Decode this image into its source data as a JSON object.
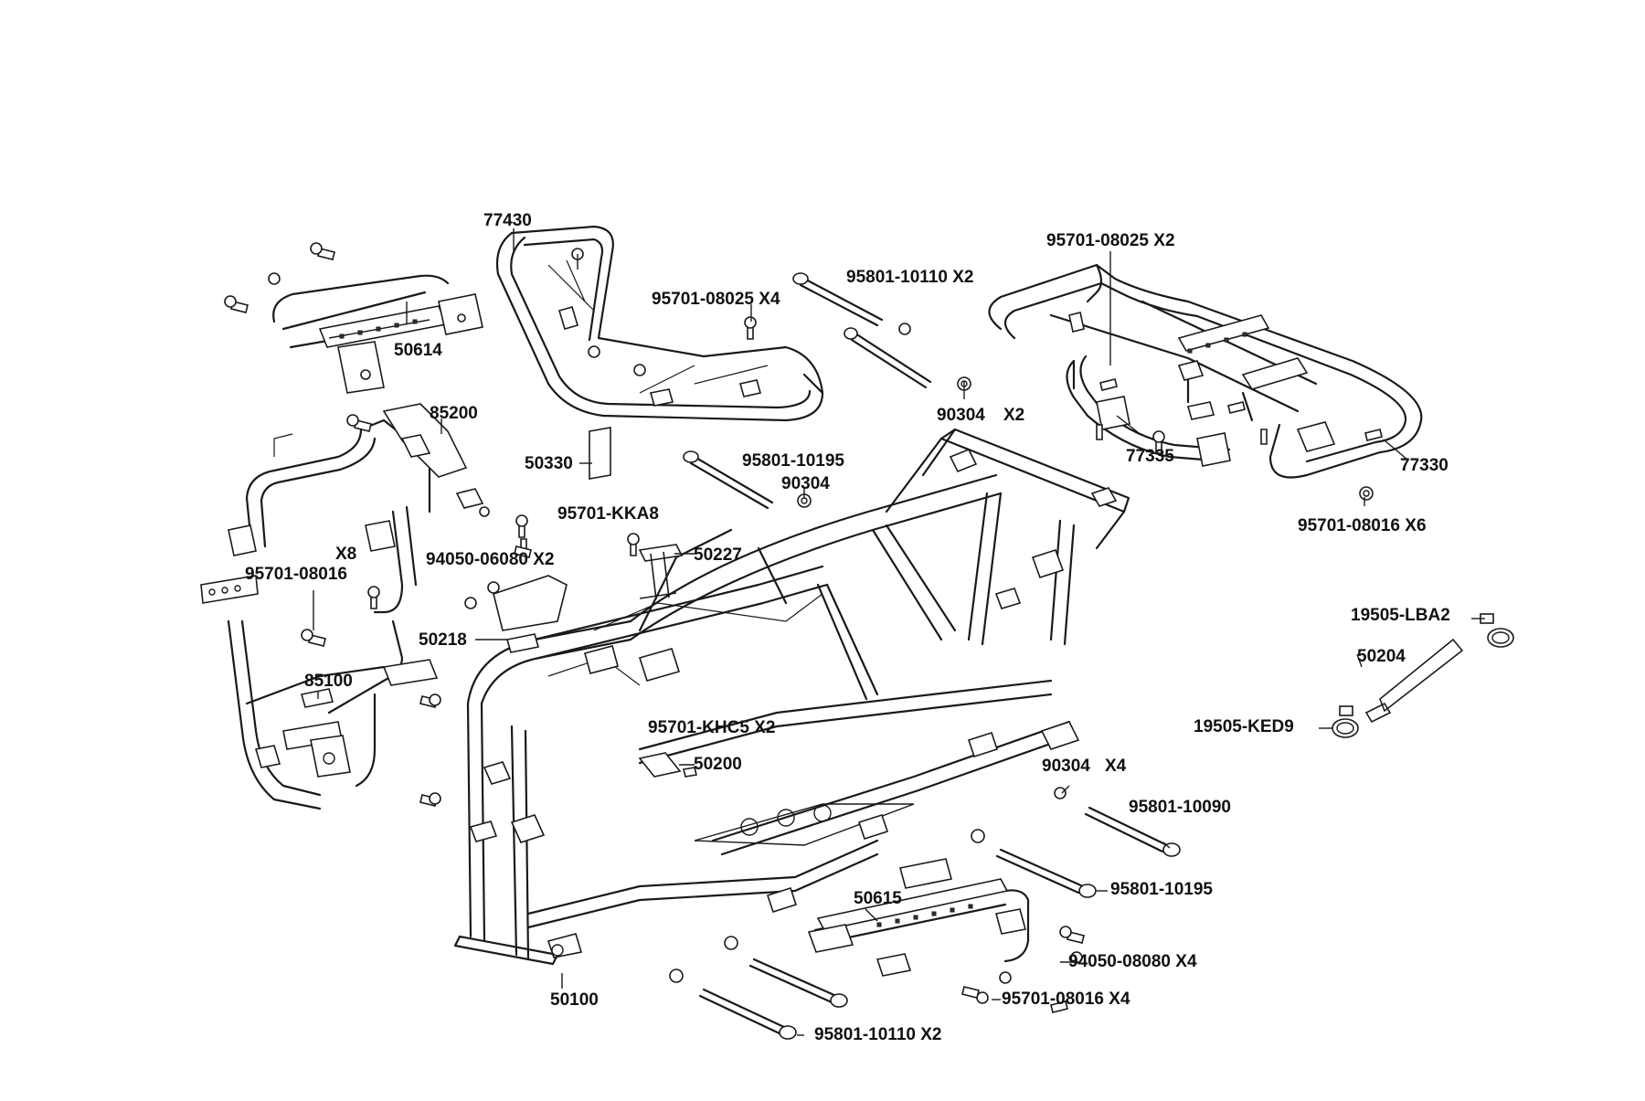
{
  "colors": {
    "ink": "#1a1a1a",
    "background": "#ffffff"
  },
  "labels": {
    "p77430": "77430",
    "p95801_10110_x2_top": "95801-10110 X2",
    "p95701_08025_x2": "95701-08025 X2",
    "p95701_08025_x4": "95701-08025 X4",
    "p50614": "50614",
    "p85200": "85200",
    "p90304_x2": "90304",
    "p90304_x2_qty": "X2",
    "p77335": "77335",
    "p77330": "77330",
    "p50330": "50330",
    "p95801_10195_top": "95801-10195",
    "p90304_single": "90304",
    "p95701_08016_x6": "95701-08016 X6",
    "p95701_kka8": "95701-KKA8",
    "p x8": "X8",
    "p94050_06080_x2": "94050-06080 X2",
    "p50227": "50227",
    "p95701_08016": "95701-08016",
    "p19505_lba2": "19505-LBA2",
    "p50204": "50204",
    "p50218": "50218",
    "p85100": "85100",
    "p95701_khc5_x2": "95701-KHC5 X2",
    "p19505_ked9": "19505-KED9",
    "p50200": "50200",
    "p90304_x4": "90304",
    "p90304_x4_qty": "X4",
    "p95801_10090": "95801-10090",
    "p95801_10195_bottom": "95801-10195",
    "p50615": "50615",
    "p94050_08080_x4": "94050-08080 X4",
    "p95701_08016_x4": "95701-08016 X4",
    "p50100": "50100",
    "p95801_10110_x2_bottom": "95801-10110 X2"
  }
}
